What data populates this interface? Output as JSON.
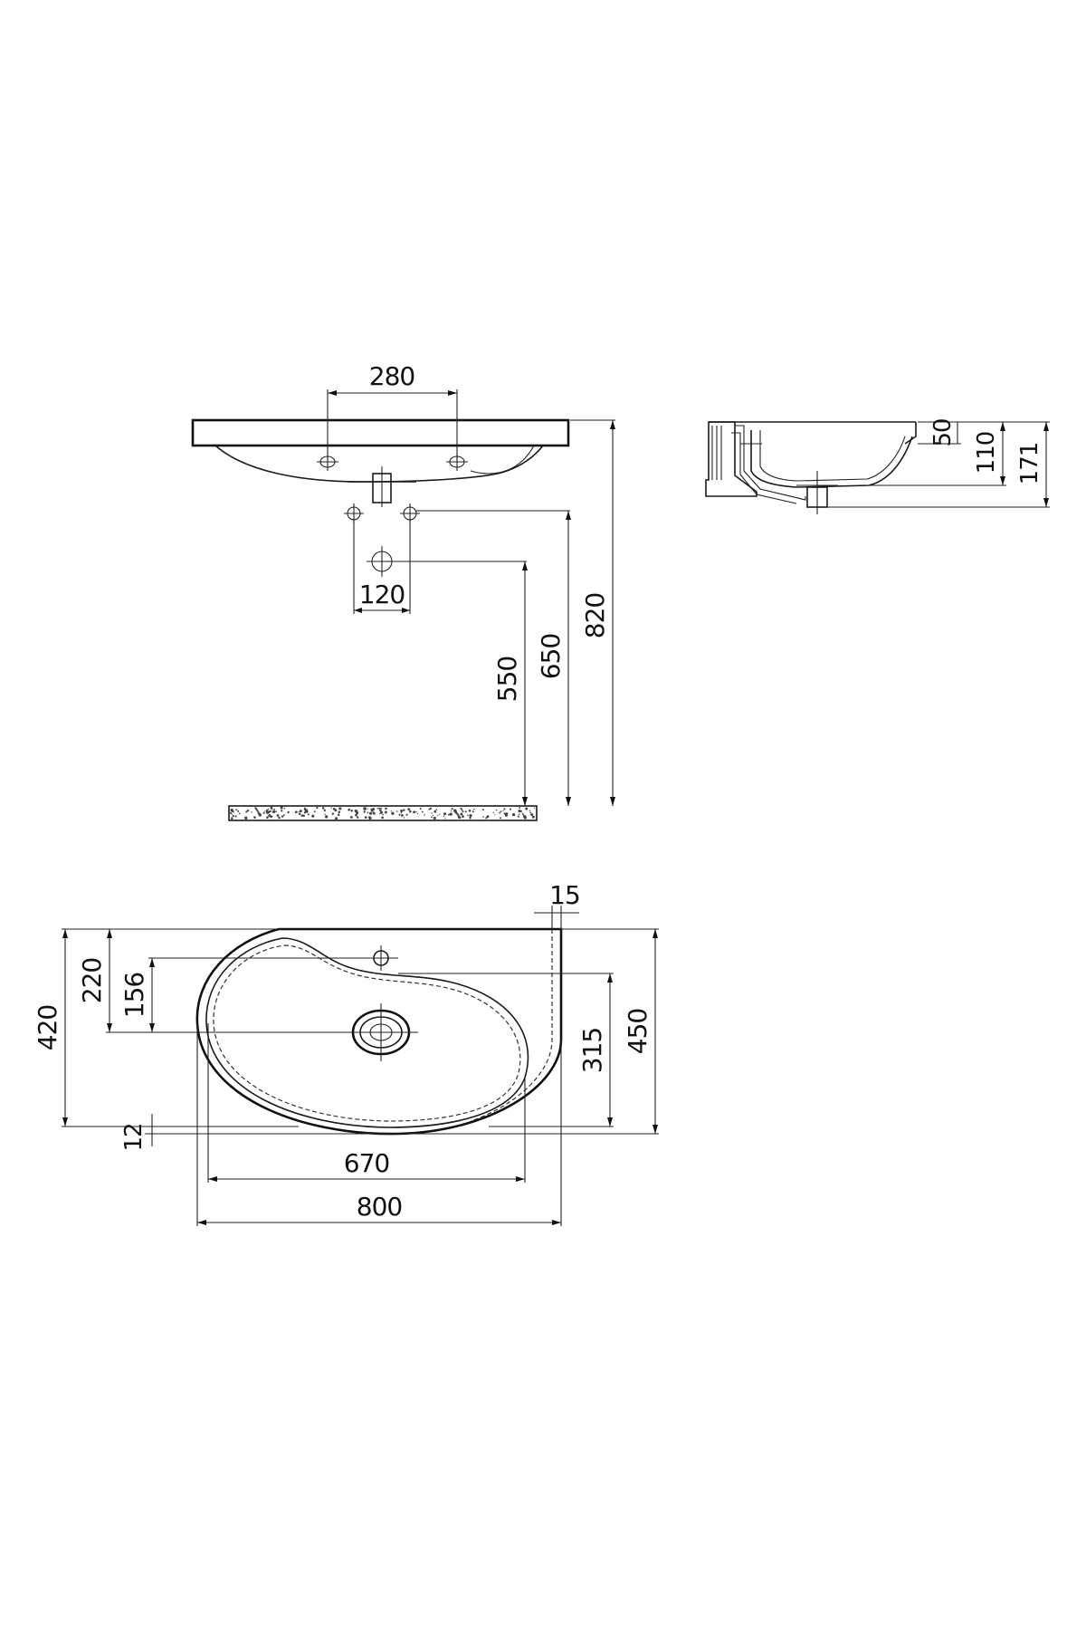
{
  "front_view": {
    "dims": {
      "tap_holes_spacing": "280",
      "waste_spacing": "120",
      "height_550": "550",
      "height_650": "650",
      "height_820": "820"
    }
  },
  "side_view": {
    "dims": {
      "depth_50": "50",
      "depth_110": "110",
      "depth_171": "171"
    }
  },
  "top_view": {
    "dims": {
      "offset_15": "15",
      "depth_220": "220",
      "depth_156": "156",
      "depth_420": "420",
      "depth_315": "315",
      "depth_450": "450",
      "offset_12": "12",
      "width_670": "670",
      "width_800": "800"
    }
  }
}
